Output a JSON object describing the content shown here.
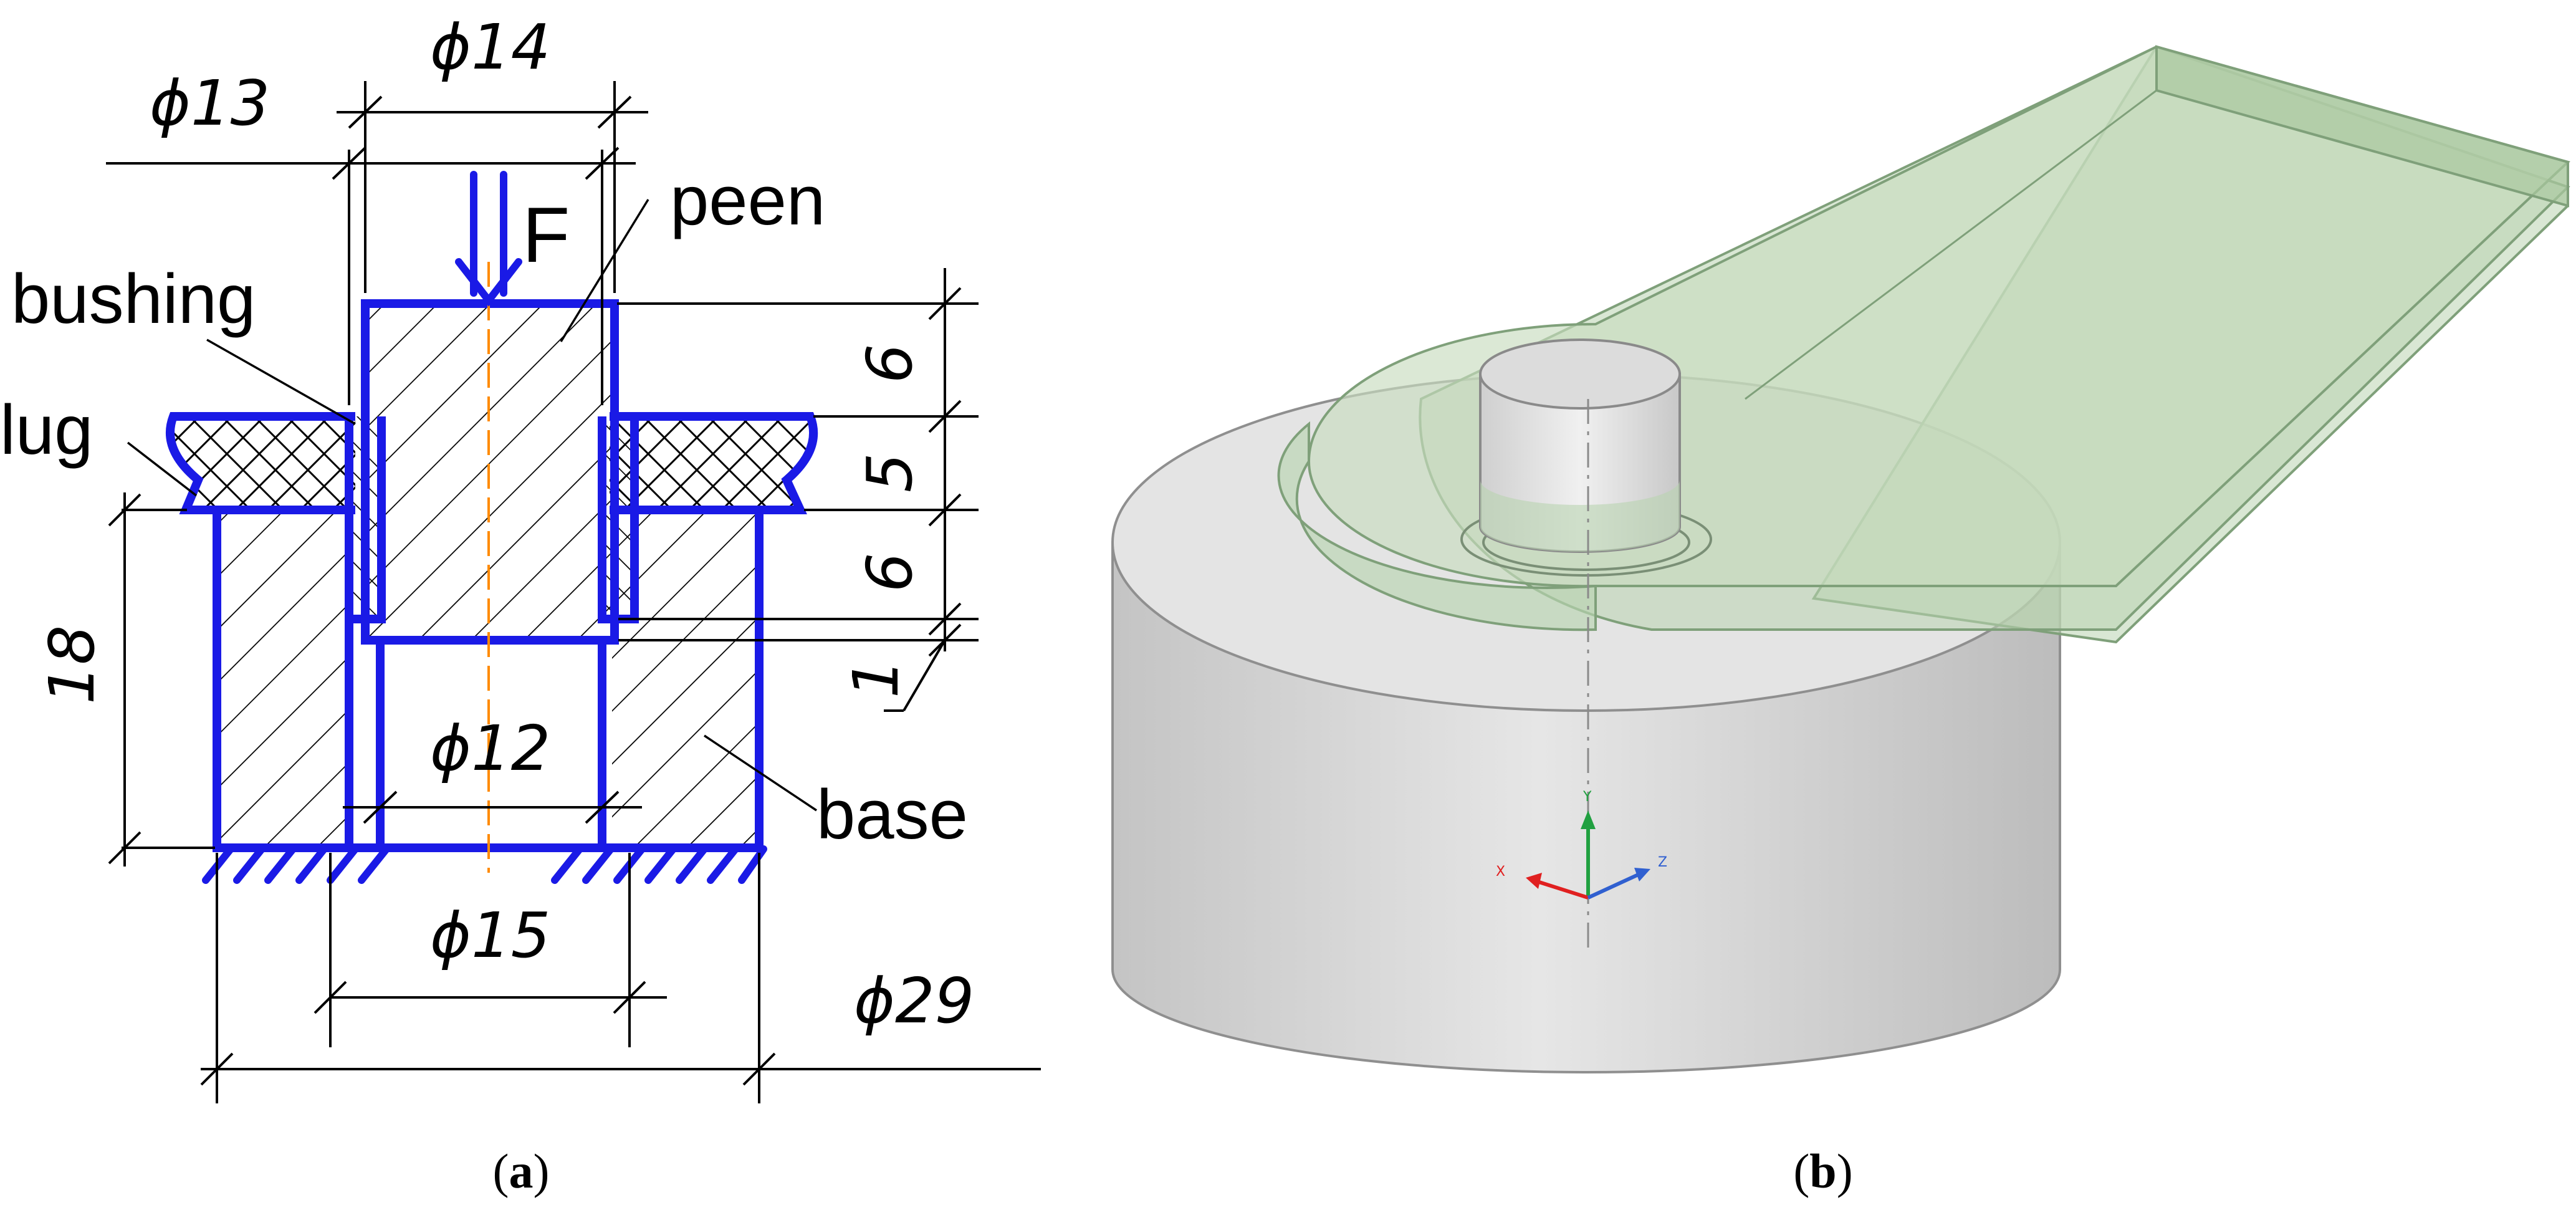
{
  "panel_a": {
    "dims": {
      "d13": "ϕ13",
      "d14": "ϕ14",
      "d12": "ϕ12",
      "d15": "ϕ15",
      "d29": "ϕ29",
      "h6_top": "6",
      "h5": "5",
      "h6_bottom": "6",
      "h1": "1",
      "h18": "18"
    },
    "labels": {
      "force": "F",
      "peen": "peen",
      "bushing": "bushing",
      "lug": "lug",
      "base": "base"
    },
    "caption": {
      "open": "(",
      "letter": "a",
      "close": ")"
    },
    "colors": {
      "outline": "#1a1ae6",
      "axis": "#ff8a00"
    }
  },
  "panel_b": {
    "axes": {
      "x": "X",
      "y": "Y",
      "z": "Z"
    },
    "caption": {
      "open": "(",
      "letter": "b",
      "close": ")"
    },
    "colors": {
      "axis_x": "#e02020",
      "axis_y": "#20a040",
      "axis_z": "#3060d0",
      "lug_fill": "#b9d4b0"
    }
  }
}
